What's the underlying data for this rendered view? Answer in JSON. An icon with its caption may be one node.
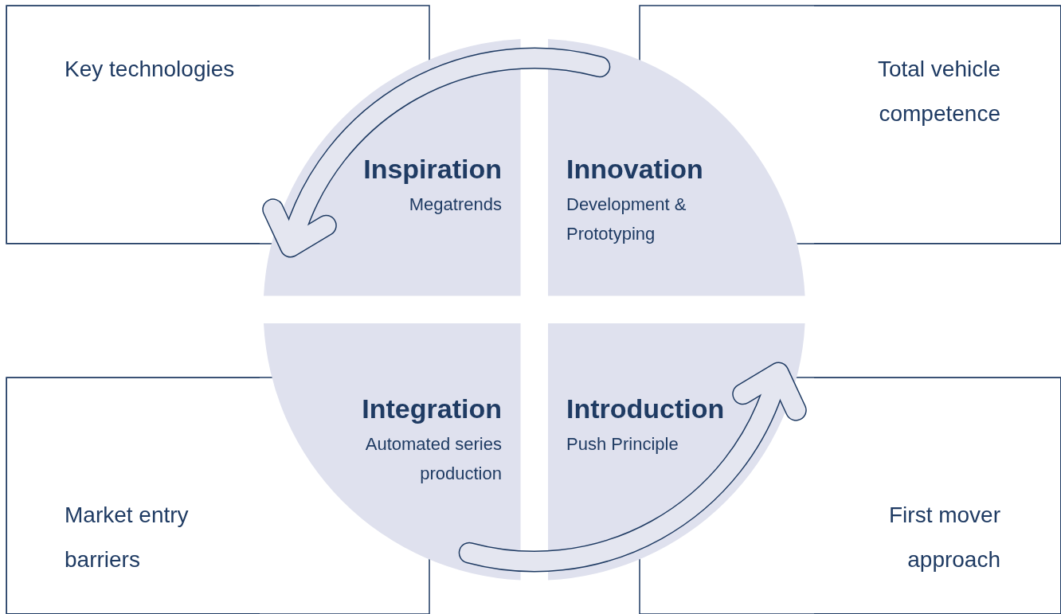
{
  "diagram": {
    "nodes": [
      {
        "text": [
          "Key technologies"
        ]
      },
      {
        "text": [
          "Total vehicle competence"
        ]
      },
      {
        "text": [
          "Inspiration",
          "Megatrends"
        ]
      },
      {
        "text": [
          "Innovation",
          "Development & Prototyping"
        ]
      },
      {
        "text": [
          "Integration",
          "Automated series production"
        ]
      },
      {
        "text": [
          "Introduction",
          "Push Principle"
        ]
      },
      {
        "text": [
          "Market entry barriers"
        ]
      },
      {
        "text": [
          "First mover approach"
        ]
      }
    ],
    "edges": [
      {
        "from": 3,
        "to": 2,
        "arrow": "to"
      },
      {
        "from": 4,
        "to": 5,
        "arrow": "to"
      }
    ]
  }
}
